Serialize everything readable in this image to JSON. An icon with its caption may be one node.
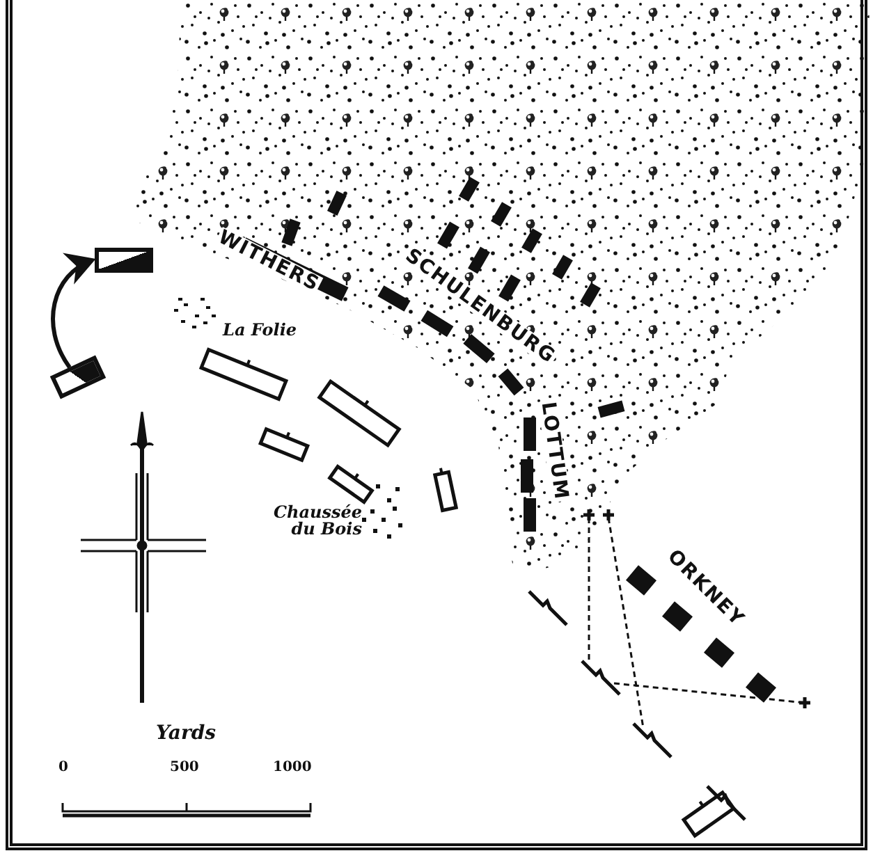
{
  "diagram": {
    "nodes": [
      {
        "text": [],
        "shape": "box"
      },
      {
        "text": [],
        "shape": "box"
      }
    ],
    "edges": [
      {
        "from": 0,
        "to": 1,
        "arrow": "to"
      }
    ],
    "labels": [
      "WITHERS",
      "SCHULENBURG",
      "LOTTUM",
      "ORKNEY",
      "La Folie",
      "Chaussée du Bois",
      "Yards",
      "0",
      "500",
      "1000"
    ]
  }
}
